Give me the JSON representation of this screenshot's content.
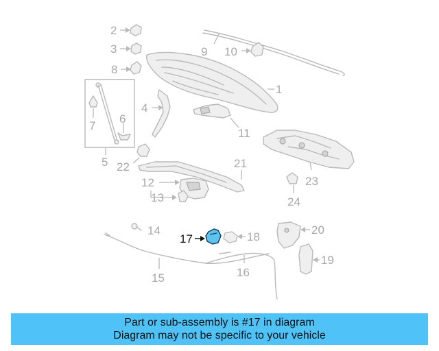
{
  "diagram": {
    "callouts": {
      "c1": "1",
      "c2": "2",
      "c3": "3",
      "c4": "4",
      "c5": "5",
      "c6": "6",
      "c7": "7",
      "c8": "8",
      "c9": "9",
      "c10": "10",
      "c11": "11",
      "c12": "12",
      "c13": "13",
      "c14": "14",
      "c15": "15",
      "c16": "16",
      "c17": "17",
      "c18": "18",
      "c19": "19",
      "c20": "20",
      "c21": "21",
      "c22": "22",
      "c23": "23",
      "c24": "24"
    },
    "highlighted_part": "17",
    "highlight_color": "#5fc3f0",
    "line_color": "#b9b9b9"
  },
  "info_bar": {
    "line1": "Part or sub-assembly is #17 in diagram",
    "line2": "Diagram may not be specific to your vehicle",
    "background": "#4fc3f7"
  }
}
